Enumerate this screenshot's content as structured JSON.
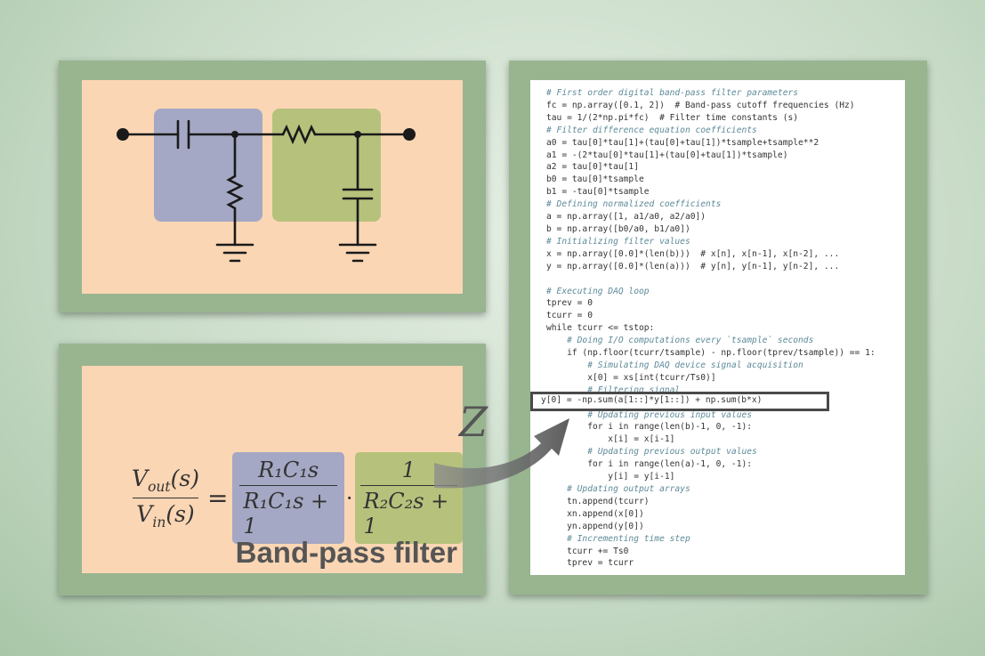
{
  "title": "Band-pass filter",
  "transform_symbol": "Z",
  "equation": {
    "lhs_num": "V",
    "lhs_num_sub": "out",
    "lhs_num_arg": "(s)",
    "lhs_den": "V",
    "lhs_den_sub": "in",
    "lhs_den_arg": "(s)",
    "equals": "=",
    "dot": "·",
    "hp_num": "R₁C₁s",
    "hp_den": "R₁C₁s + 1",
    "lp_num": "1",
    "lp_den": "R₂C₂s + 1"
  },
  "code_lines": [
    "# First order digital band-pass filter parameters",
    "fc = np.array([0.1, 2])  # Band-pass cutoff frequencies (Hz)",
    "tau = 1/(2*np.pi*fc)  # Filter time constants (s)",
    "# Filter difference equation coefficients",
    "a0 = tau[0]*tau[1]+(tau[0]+tau[1])*tsample+tsample**2",
    "a1 = -(2*tau[0]*tau[1]+(tau[0]+tau[1])*tsample)",
    "a2 = tau[0]*tau[1]",
    "b0 = tau[0]*tsample",
    "b1 = -tau[0]*tsample",
    "# Defining normalized coefficients",
    "a = np.array([1, a1/a0, a2/a0])",
    "b = np.array([b0/a0, b1/a0])",
    "# Initializing filter values",
    "x = np.array([0.0]*(len(b)))  # x[n], x[n-1], x[n-2], ...",
    "y = np.array([0.0]*(len(a)))  # y[n], y[n-1], y[n-2], ...",
    "",
    "# Executing DAQ loop",
    "tprev = 0",
    "tcurr = 0",
    "while tcurr <= tstop:",
    "    # Doing I/O computations every `tsample` seconds",
    "    if (np.floor(tcurr/tsample) - np.floor(tprev/tsample)) == 1:",
    "        # Simulating DAQ device signal acquisition",
    "        x[0] = xs[int(tcurr/Ts0)]",
    "        # Filtering signal",
    "",
    "        # Updating previous input values",
    "        for i in range(len(b)-1, 0, -1):",
    "            x[i] = x[i-1]",
    "        # Updating previous output values",
    "        for i in range(len(a)-1, 0, -1):",
    "            y[i] = y[i-1]",
    "    # Updating output arrays",
    "    tn.append(tcurr)",
    "    xn.append(x[0])",
    "    yn.append(y[0])",
    "    # Incrementing time step",
    "    tcurr += Ts0",
    "    tprev = tcurr"
  ],
  "highlighted_line": "y[0] = -np.sum(a[1::]*y[1::]) + np.sum(b*x)",
  "colors": {
    "highpass_shade": "#a4a8c4",
    "lowpass_shade": "#b6c27c",
    "panel_fill": "#fbd6b4",
    "frame": "#98b590"
  }
}
